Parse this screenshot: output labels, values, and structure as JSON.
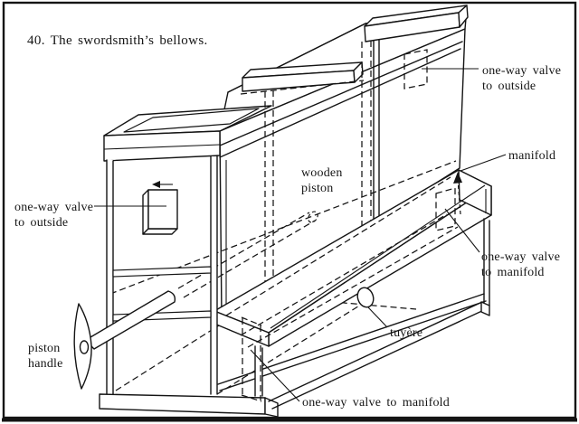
{
  "figure": {
    "title": "40. The swordsmith’s bellows."
  },
  "labels": {
    "valve_outside_right_1": "one-way valve",
    "valve_outside_right_2": "to outside",
    "manifold": "manifold",
    "wooden_piston_1": "wooden",
    "wooden_piston_2": "piston",
    "valve_outside_left_1": "one-way valve",
    "valve_outside_left_2": "to outside",
    "piston_handle_1": "piston",
    "piston_handle_2": "handle",
    "valve_manifold_right_1": "one-way valve",
    "valve_manifold_right_2": "to manifold",
    "tuyere": "tuyère",
    "valve_manifold_bottom": "one-way valve to manifold"
  },
  "colors": {
    "ink": "#141414",
    "background": "#ffffff"
  }
}
